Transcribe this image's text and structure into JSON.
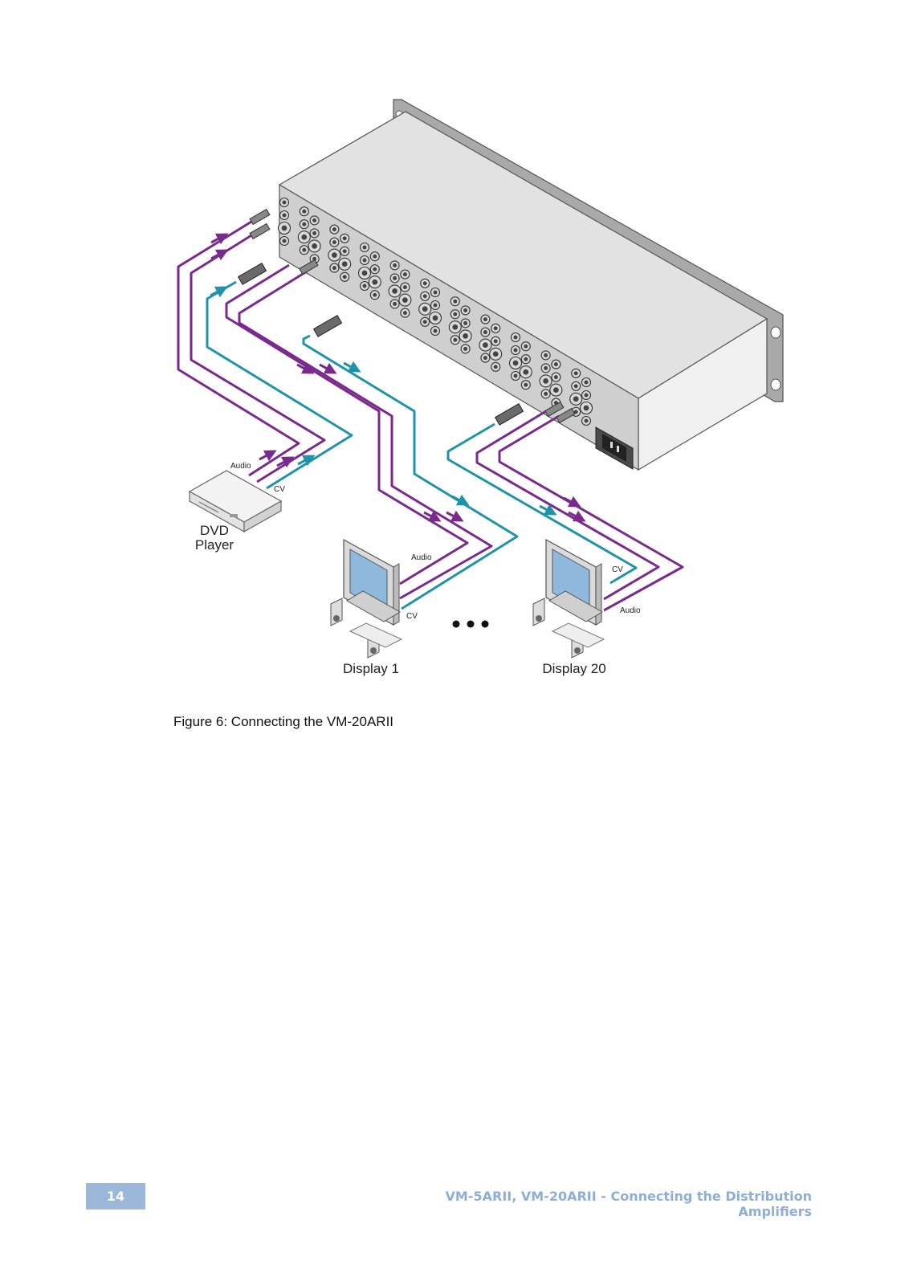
{
  "figure": {
    "labels": {
      "dvd_audio": "Audio",
      "dvd_cv": "CV",
      "dvd_name_line1": "DVD",
      "dvd_name_line2": "Player",
      "display1_audio": "Audio",
      "display1_cv": "CV",
      "display1_name": "Display 1",
      "display20_cv": "CV",
      "display20_audio": "Audio",
      "display20_name": "Display 20"
    },
    "colors": {
      "audio_cable": "#7a2a8c",
      "cv_cable": "#1f93a8",
      "chassis": "#dddddd"
    }
  },
  "caption": "Figure 6: Connecting the VM-20ARII",
  "footer": {
    "page_number": "14",
    "title": "VM-5ARII, VM-20ARII - Connecting the Distribution Amplifiers"
  }
}
